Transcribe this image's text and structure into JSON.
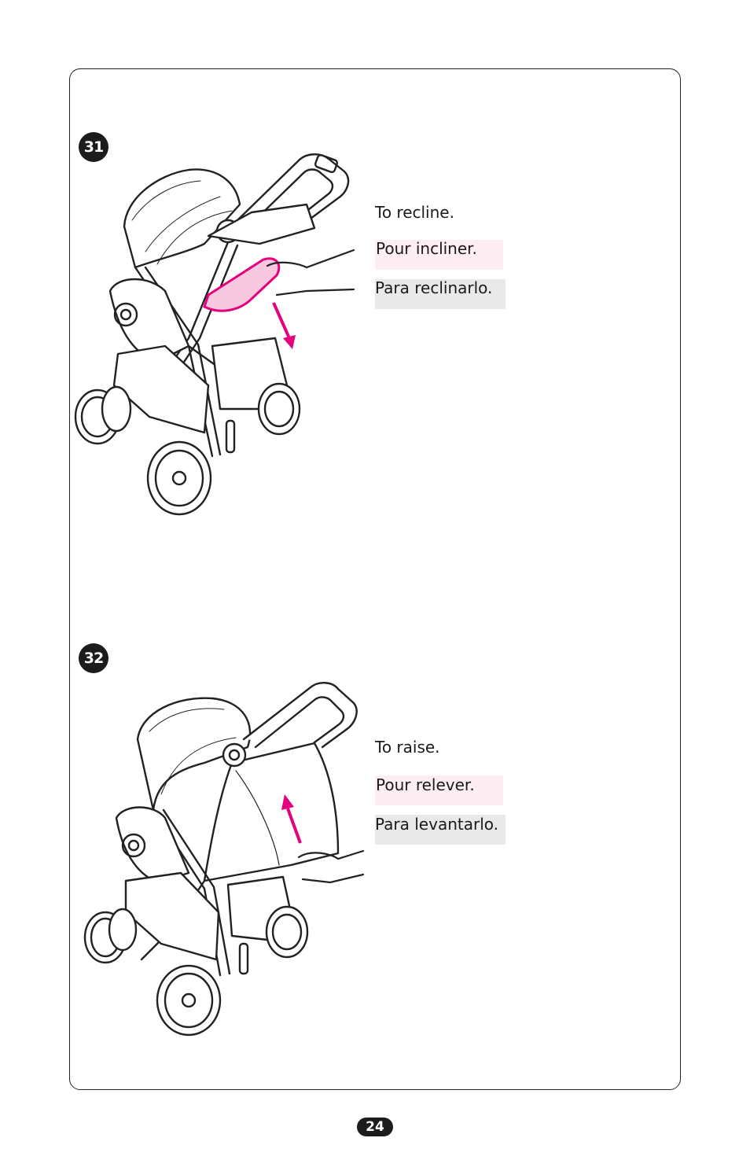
{
  "steps": [
    {
      "number": "31",
      "lines": {
        "en": "To recline.",
        "fr": "Pour incliner.",
        "es": "Para reclinarlo."
      }
    },
    {
      "number": "32",
      "lines": {
        "en": "To raise.",
        "fr": "Pour relever.",
        "es": "Para levantarlo."
      }
    }
  ],
  "page_number": "24",
  "colors": {
    "accent_magenta": "#e5007e",
    "french_highlight": "#fdeef3",
    "spanish_highlight": "#e9e9ea",
    "badge": "#1c1c1c"
  },
  "icons": [
    "stroller-recline-illustration",
    "stroller-raise-illustration",
    "down-arrow-icon",
    "up-arrow-icon"
  ]
}
